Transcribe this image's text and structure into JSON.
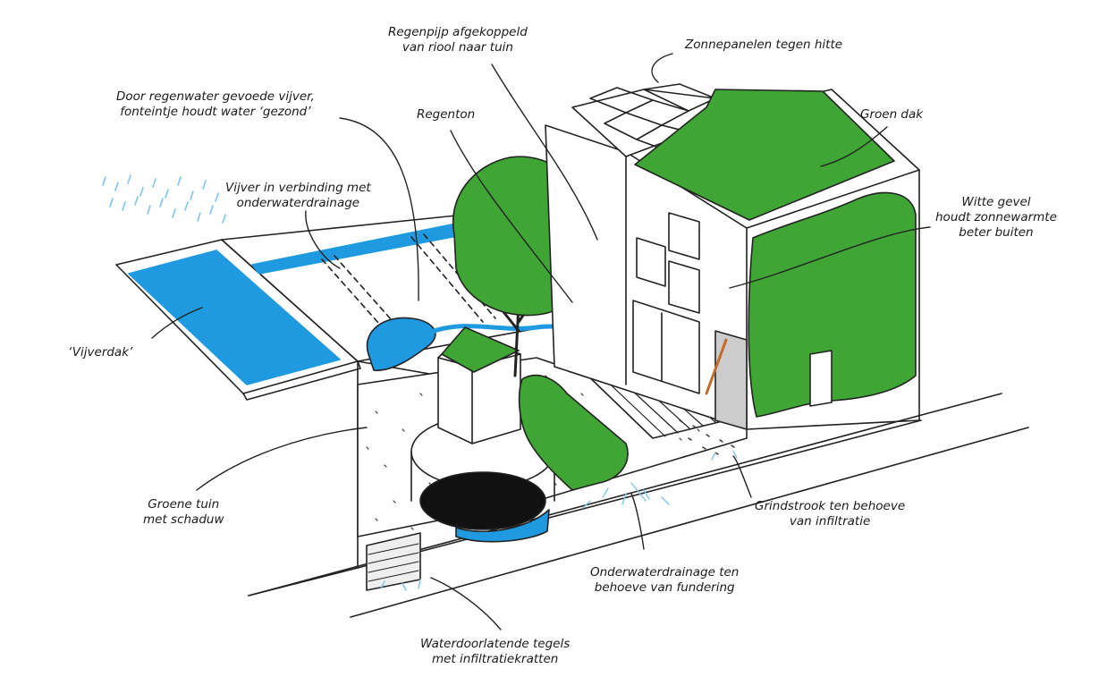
{
  "labels": {
    "regenpijp": [
      "Regenpijp afgekoppeld",
      "van riool naar tuin"
    ],
    "zonnepanelen": [
      "Zonnepanelen tegen hitte"
    ],
    "vijver_gevoed": [
      "Door regenwater gevoede vijver,",
      "fonteintje houdt water ‘gezond’"
    ],
    "regenton": [
      "Regenton"
    ],
    "groen_dak": [
      "Groen dak"
    ],
    "vijver_drainage": [
      "Vijver in verbinding met",
      "onderwaterdrainage"
    ],
    "witte_gevel": [
      "Witte gevel",
      "houdt zonnewarmte",
      "beter buiten"
    ],
    "vijverdak": [
      "‘Vijverdak’"
    ],
    "groene_tuin": [
      "Groene tuin",
      "met schaduw"
    ],
    "grindstrook": [
      "Grindstrook ten behoeve",
      "van infiltratie"
    ],
    "onderwaterdrainage": [
      "Onderwaterdrainage ten",
      "behoeve van fundering"
    ],
    "tegels": [
      "Waterdoorlatende tegels",
      "met infiltratiekratten"
    ]
  },
  "colors": {
    "water": "#1f9ae0",
    "green": "#3fa535",
    "line": "#222222",
    "paper": "#ffffff"
  }
}
